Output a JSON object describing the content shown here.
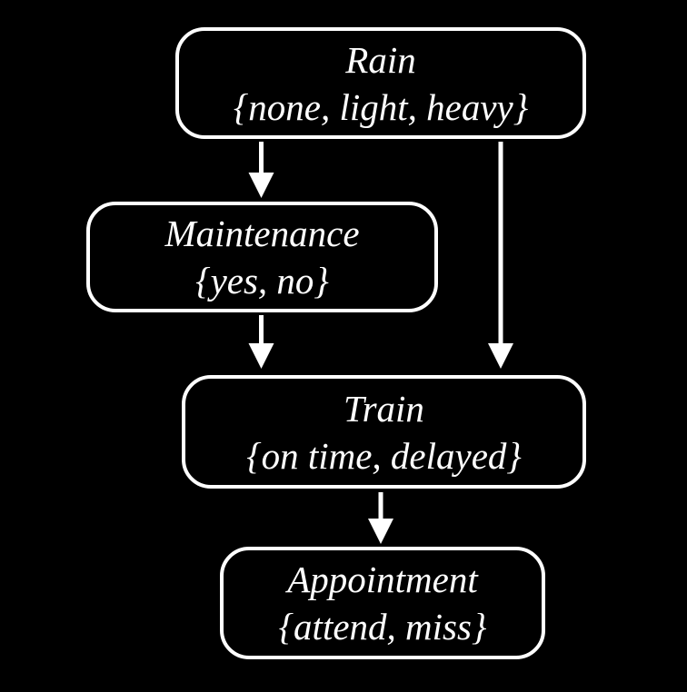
{
  "diagram": {
    "background_color": "#000000",
    "node_border_color": "#ffffff",
    "text_color": "#ffffff",
    "arrow_color": "#ffffff",
    "nodes": [
      {
        "id": "rain",
        "label": "Rain",
        "values": "{none, light, heavy}"
      },
      {
        "id": "maintenance",
        "label": "Maintenance",
        "values": "{yes, no}"
      },
      {
        "id": "train",
        "label": "Train",
        "values": "{on time, delayed}"
      },
      {
        "id": "appointment",
        "label": "Appointment",
        "values": "{attend, miss}"
      }
    ],
    "edges": [
      {
        "from": "Rain",
        "to": "Maintenance"
      },
      {
        "from": "Rain",
        "to": "Train"
      },
      {
        "from": "Maintenance",
        "to": "Train"
      },
      {
        "from": "Train",
        "to": "Appointment"
      }
    ]
  }
}
